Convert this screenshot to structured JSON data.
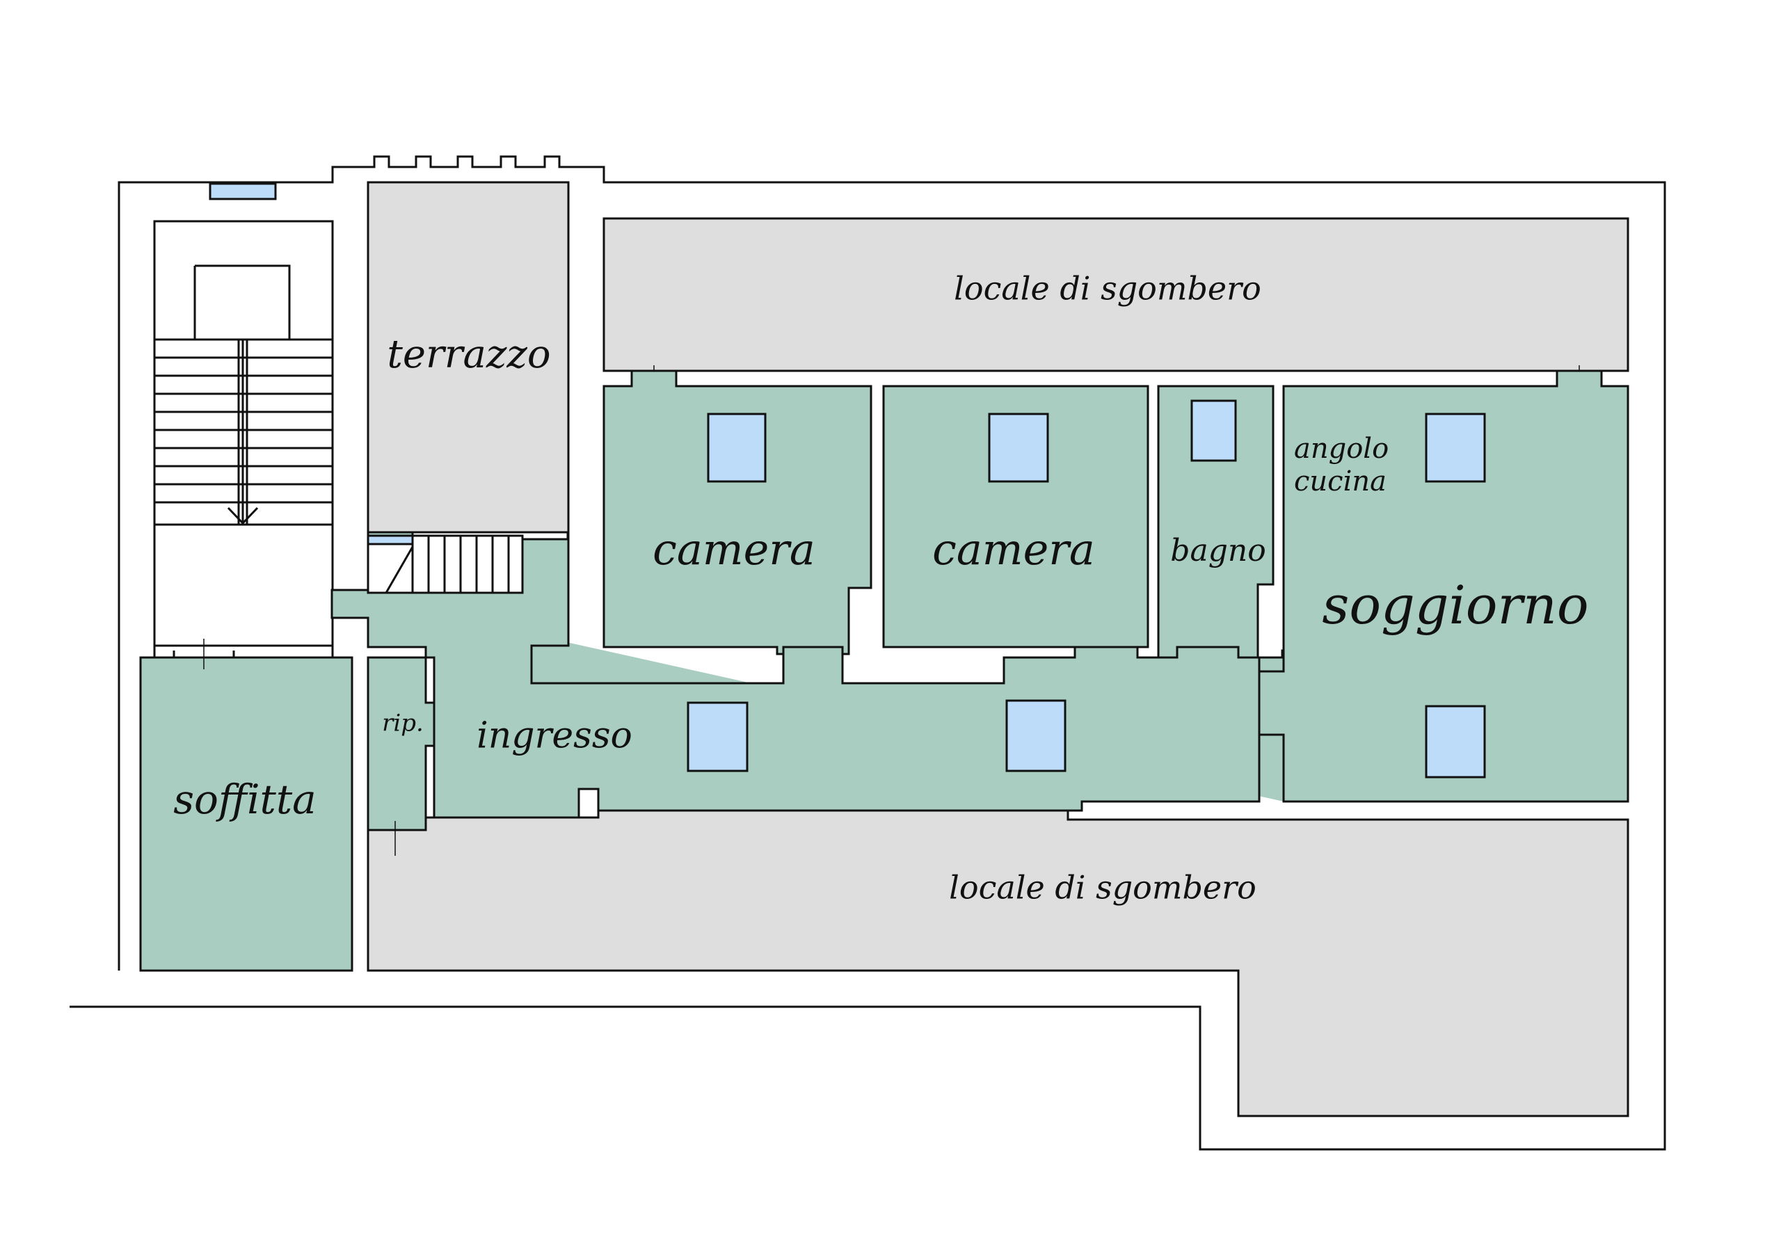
{
  "rooms": {
    "terrazzo": "terrazzo",
    "locale_top": "locale di sgombero",
    "camera_1": "camera",
    "camera_2": "camera",
    "bagno": "bagno",
    "angolo_cucina_line1": "angolo",
    "angolo_cucina_line2": "cucina",
    "soggiorno": "soggiorno",
    "ripostiglio": "rip.",
    "ingresso": "ingresso",
    "soffitta": "soffitta",
    "locale_bottom": "locale di sgombero"
  },
  "colors": {
    "living": "#a9cdc1",
    "storage": "#dedede",
    "skylight": "#bcdcfa",
    "wall": "#111111",
    "background": "#ffffff"
  }
}
